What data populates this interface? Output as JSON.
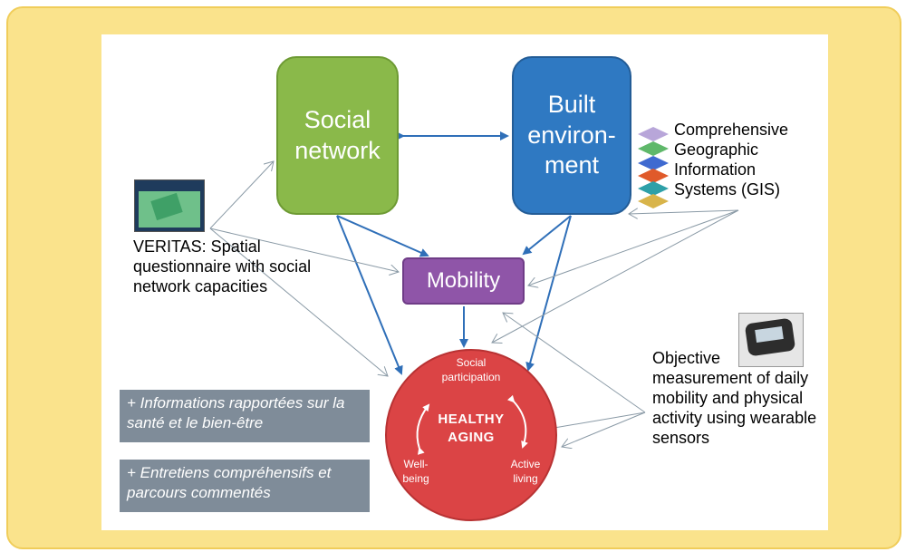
{
  "nodes": {
    "social_network": "Social network",
    "built_environment": "Built environ-ment",
    "mobility": "Mobility",
    "healthy_aging": "HEALTHY AGING",
    "social_participation": "Social participation",
    "well_being": "Well-being",
    "active_living": "Active living"
  },
  "annotations": {
    "veritas": "VERITAS: Spatial questionnaire with social network capacities",
    "gis": "Comprehensive Geographic Information Systems (GIS)",
    "wearable": "Objective measurement of daily mobility and physical activity using wearable sensors"
  },
  "side_boxes": {
    "health_reports": "+ Informations rapportées sur la santé et le bien-être",
    "interviews": "+ Entretiens compréhensifs et parcours commentés"
  },
  "colors": {
    "frame_fill": "#fae38c",
    "social_green": "#8ab94a",
    "built_blue": "#2f79c2",
    "mobility_purple": "#8f55a8",
    "aging_red": "#db4445",
    "side_box_gray": "#7f8c99",
    "arrow_blue": "#2f6fb8"
  }
}
